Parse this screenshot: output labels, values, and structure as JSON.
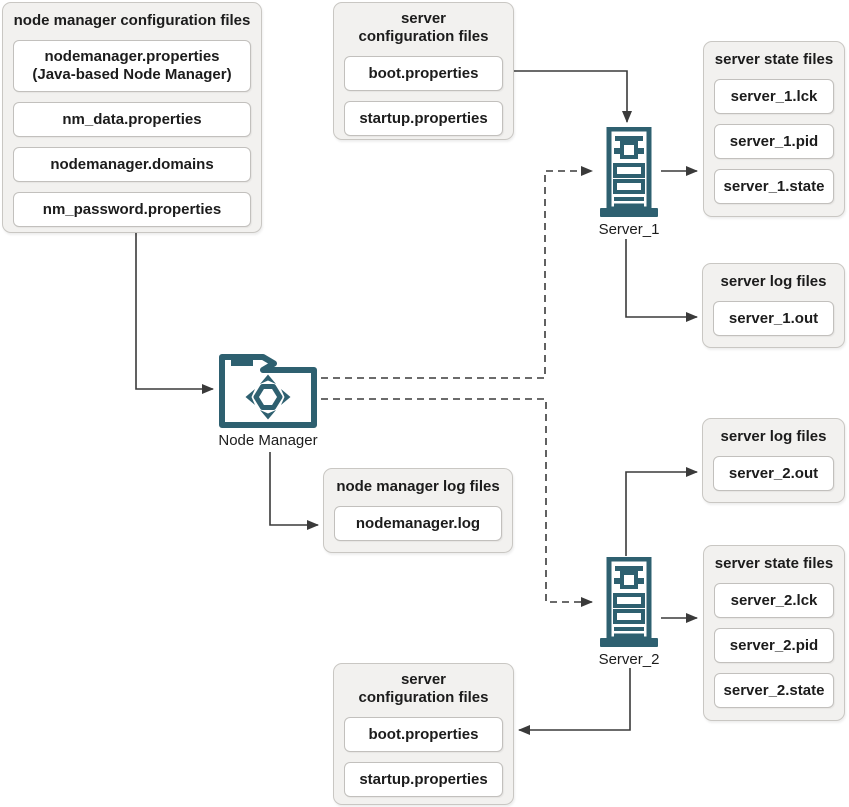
{
  "colors": {
    "teal": "#2E6070",
    "line": "#3A3A3A",
    "group_bg": "#F2F1EF",
    "group_border": "#C9C7C3"
  },
  "boxes": {
    "nm_config": {
      "title": "node manager configuration files",
      "items": [
        "nodemanager.properties\n(Java-based Node Manager)",
        "nm_data.properties",
        "nodemanager.domains",
        "nm_password.properties"
      ]
    },
    "server_config_top": {
      "title": "server configuration files",
      "items": [
        "boot.properties",
        "startup.properties"
      ]
    },
    "server_state_1": {
      "title": "server state files",
      "items": [
        "server_1.lck",
        "server_1.pid",
        "server_1.state"
      ]
    },
    "server_log_1": {
      "title": "server log files",
      "items": [
        "server_1.out"
      ]
    },
    "nm_log": {
      "title": "node manager log files",
      "items": [
        "nodemanager.log"
      ]
    },
    "server_log_2": {
      "title": "server log files",
      "items": [
        "server_2.out"
      ]
    },
    "server_state_2": {
      "title": "server state files",
      "items": [
        "server_2.lck",
        "server_2.pid",
        "server_2.state"
      ]
    },
    "server_config_bottom": {
      "title": "server configuration files",
      "items": [
        "boot.properties",
        "startup.properties"
      ]
    }
  },
  "nodes": {
    "server_1": {
      "label": "Server_1"
    },
    "server_2": {
      "label": "Server_2"
    },
    "node_manager": {
      "label": "Node Manager"
    }
  }
}
